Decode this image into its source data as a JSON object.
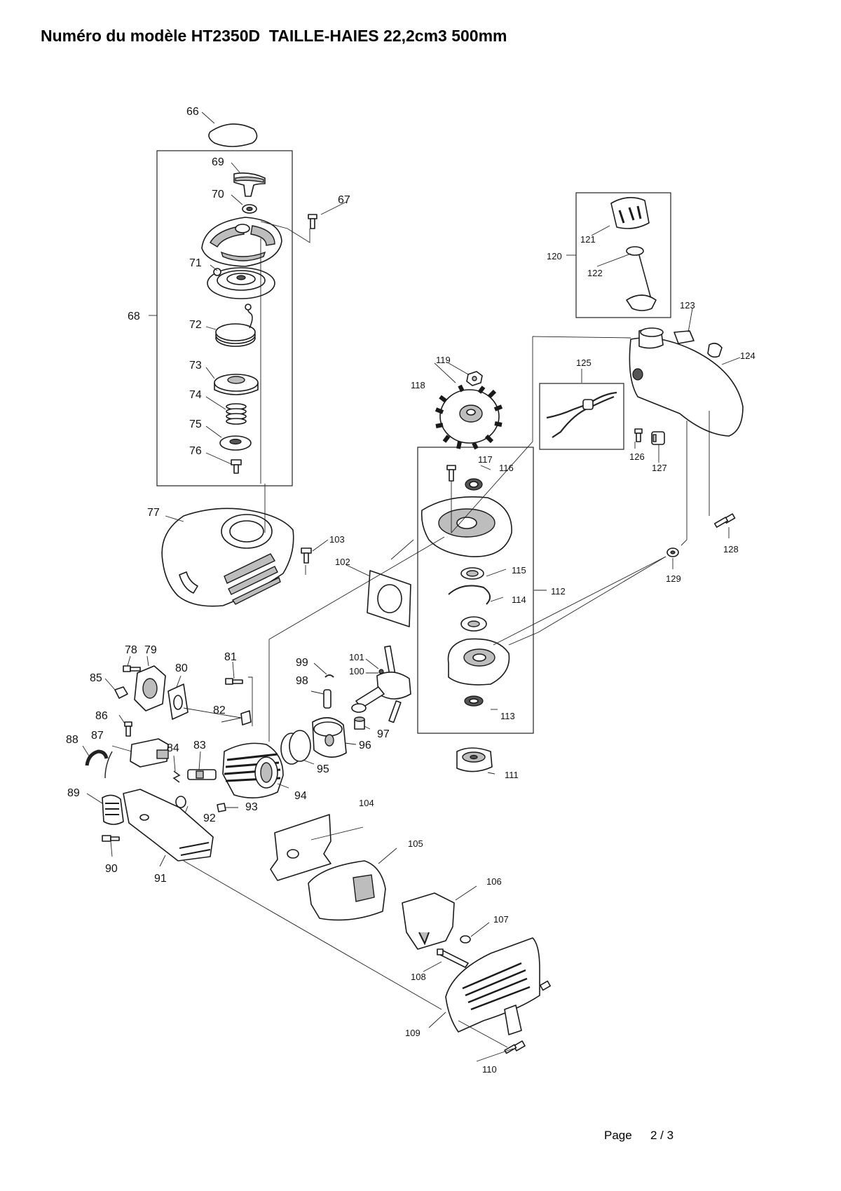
{
  "title": "Numéro du modèle HT2350D  TAILLE-HAIES 22,2cm3 500mm",
  "footer": {
    "page_label": "Page",
    "page_number": "2 / 3"
  },
  "parts": [
    {
      "id": "p66",
      "label": "66"
    },
    {
      "id": "p67",
      "label": "67"
    },
    {
      "id": "p68",
      "label": "68"
    },
    {
      "id": "p69",
      "label": "69"
    },
    {
      "id": "p70",
      "label": "70"
    },
    {
      "id": "p71",
      "label": "71"
    },
    {
      "id": "p72",
      "label": "72"
    },
    {
      "id": "p73",
      "label": "73"
    },
    {
      "id": "p74",
      "label": "74"
    },
    {
      "id": "p75",
      "label": "75"
    },
    {
      "id": "p76",
      "label": "76"
    },
    {
      "id": "p77",
      "label": "77"
    },
    {
      "id": "p78",
      "label": "78"
    },
    {
      "id": "p79",
      "label": "79"
    },
    {
      "id": "p80",
      "label": "80"
    },
    {
      "id": "p81",
      "label": "81"
    },
    {
      "id": "p82",
      "label": "82"
    },
    {
      "id": "p83",
      "label": "83"
    },
    {
      "id": "p84",
      "label": "84"
    },
    {
      "id": "p85",
      "label": "85"
    },
    {
      "id": "p86",
      "label": "86"
    },
    {
      "id": "p87",
      "label": "87"
    },
    {
      "id": "p88",
      "label": "88"
    },
    {
      "id": "p89",
      "label": "89"
    },
    {
      "id": "p90",
      "label": "90"
    },
    {
      "id": "p91",
      "label": "91"
    },
    {
      "id": "p92",
      "label": "92"
    },
    {
      "id": "p93",
      "label": "93"
    },
    {
      "id": "p94",
      "label": "94"
    },
    {
      "id": "p95",
      "label": "95"
    },
    {
      "id": "p96",
      "label": "96"
    },
    {
      "id": "p97",
      "label": "97"
    },
    {
      "id": "p98",
      "label": "98"
    },
    {
      "id": "p99",
      "label": "99"
    },
    {
      "id": "p100",
      "label": "100"
    },
    {
      "id": "p101",
      "label": "101"
    },
    {
      "id": "p102",
      "label": "102"
    },
    {
      "id": "p103",
      "label": "103"
    },
    {
      "id": "p104",
      "label": "104"
    },
    {
      "id": "p105",
      "label": "105"
    },
    {
      "id": "p106",
      "label": "106"
    },
    {
      "id": "p107",
      "label": "107"
    },
    {
      "id": "p108",
      "label": "108"
    },
    {
      "id": "p109",
      "label": "109"
    },
    {
      "id": "p110",
      "label": "110"
    },
    {
      "id": "p111",
      "label": "111"
    },
    {
      "id": "p112",
      "label": "112"
    },
    {
      "id": "p113",
      "label": "113"
    },
    {
      "id": "p114",
      "label": "114"
    },
    {
      "id": "p115",
      "label": "115"
    },
    {
      "id": "p116",
      "label": "116"
    },
    {
      "id": "p117",
      "label": "117"
    },
    {
      "id": "p118",
      "label": "118"
    },
    {
      "id": "p119",
      "label": "119"
    },
    {
      "id": "p120",
      "label": "120"
    },
    {
      "id": "p121",
      "label": "121"
    },
    {
      "id": "p122",
      "label": "122"
    },
    {
      "id": "p123",
      "label": "123"
    },
    {
      "id": "p124",
      "label": "124"
    },
    {
      "id": "p125",
      "label": "125"
    },
    {
      "id": "p126",
      "label": "126"
    },
    {
      "id": "p127",
      "label": "127"
    },
    {
      "id": "p128",
      "label": "128"
    },
    {
      "id": "p129",
      "label": "129"
    }
  ]
}
